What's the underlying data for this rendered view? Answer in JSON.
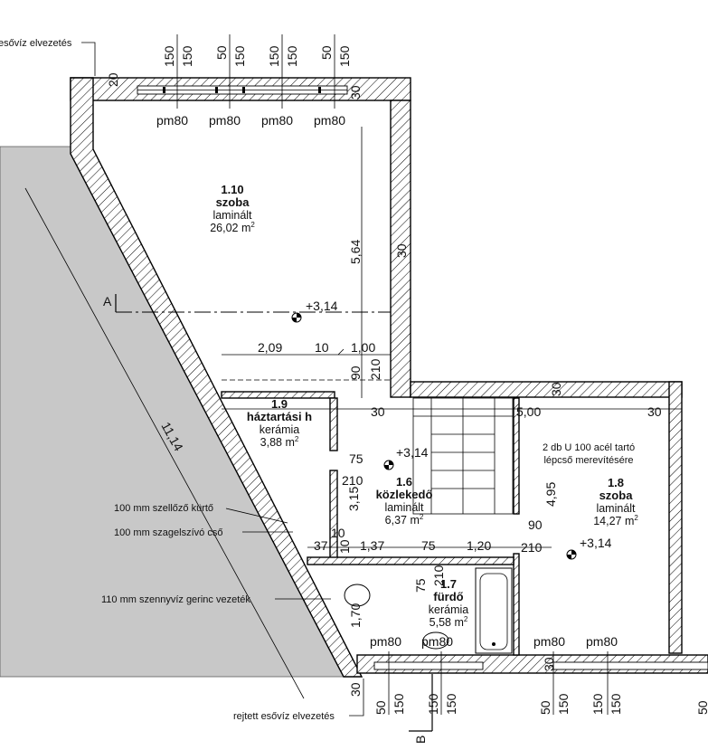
{
  "rooms": [
    {
      "num": "1.10",
      "name": "szoba",
      "mat": "laminált",
      "area": "26,02 m",
      "sup": "2"
    },
    {
      "num": "1.9",
      "name": "háztartási h",
      "mat": "kerámia",
      "area": "3,88 m",
      "sup": "2"
    },
    {
      "num": "1.6",
      "name": "közlekedő",
      "mat": "laminált",
      "area": "6,37 m",
      "sup": "2"
    },
    {
      "num": "1.8",
      "name": "szoba",
      "mat": "laminált",
      "area": "14,27 m",
      "sup": "2"
    },
    {
      "num": "1.7",
      "name": "fürdő",
      "mat": "kerámia",
      "area": "5,58 m",
      "sup": "2"
    }
  ],
  "levels": [
    "+3,14",
    "+3,14",
    "+3,14"
  ],
  "windows_top": [
    "pm80",
    "pm80",
    "pm80",
    "pm80"
  ],
  "windows_bottom": [
    "pm80",
    "pm80",
    "pm80",
    "pm80"
  ],
  "dims_top": [
    "150",
    "150",
    "50",
    "150",
    "150",
    "150",
    "50",
    "150"
  ],
  "dims_bottom": [
    "50",
    "150",
    "150",
    "50",
    "150",
    "150",
    "50"
  ],
  "dims": {
    "d564": "5,64",
    "d30a": "30",
    "d209": "2,09",
    "d10a": "10",
    "d100": "1,00",
    "d90a": "90",
    "d210a": "210",
    "d30b": "30",
    "d30c": "30",
    "d500": "5,00",
    "d30d": "30",
    "d75a": "75",
    "d210b": "210",
    "d315": "3,15",
    "d495": "4,95",
    "d90b": "90",
    "d10b": "10",
    "d37": "37",
    "d10c": "10",
    "d137": "1,37",
    "d75b": "75",
    "d120": "1,20",
    "d210c": "210",
    "d75c": "75",
    "d210d": "210",
    "d170": "1,70",
    "d1114": "11,14",
    "d30e": "30",
    "d20": "20",
    "d30f": "30",
    "d30g": "30"
  },
  "notes": {
    "esoviz_top": "esővíz elvezetés",
    "steel": "2 db U 100 acél tartó",
    "steel2": "lépcső merevítésére",
    "kurto": "100 mm szellőző kürtő",
    "szagelszivo": "100 mm szagelszívó cső",
    "szennyviz": "110 mm szennyvíz gerinc vezeték",
    "rejtett": "rejtett esővíz elvezetés"
  },
  "section_marks": {
    "a": "A",
    "b": "B"
  }
}
